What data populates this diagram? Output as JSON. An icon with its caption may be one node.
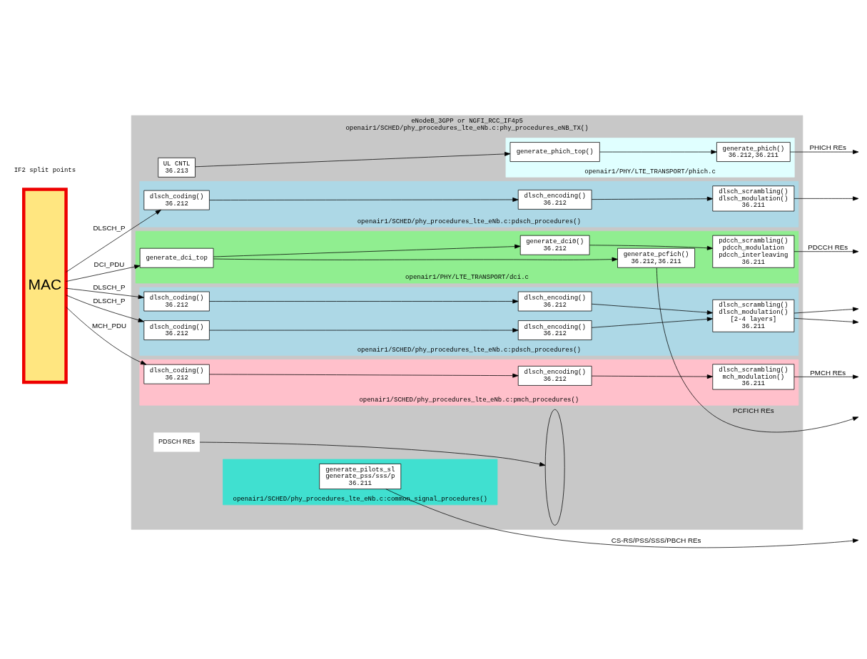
{
  "diagram": {
    "nodes": [
      {
        "text": [
          "MAC"
        ]
      },
      {
        "text": [
          "eNodeB_3GPP or NGFI_RCC_IF4p5",
          "openair1/SCHED/phy_procedures_lte_eNb.c:phy_procedures_eNB_TX()"
        ]
      },
      {
        "text": [
          "openair1/SCHED/phy_procedures_lte_eNb.c:common_signal_procedures()"
        ],
        "in": 1
      },
      {
        "text": [
          "generate_pilots_sl",
          "generate_pss/sss/p",
          "36.211"
        ],
        "in": 2
      },
      {
        "text": [
          "UL CNTL",
          "36.213"
        ],
        "in": 1
      },
      {
        "text": [
          "openair1/PHY/LTE_TRANSPORT/phich.c"
        ],
        "in": 1
      },
      {
        "text": [
          "generate_phich_top()"
        ],
        "in": 5
      },
      {
        "text": [
          "generate_phich()",
          "36.212,36.211"
        ],
        "in": 5
      },
      {
        "text": [
          "openair1/PHY/LTE_TRANSPORT/dci.c"
        ],
        "in": 1
      },
      {
        "text": [
          "generate_dci_top"
        ],
        "in": 8
      },
      {
        "text": [
          "generate_pcfich()",
          "36.212,36.211"
        ],
        "in": 8
      },
      {
        "text": [
          "generate_dci0()",
          "36.212"
        ],
        "in": 8
      },
      {
        "text": [
          "pdcch_scrambling()",
          "pdcch_modulation",
          "pdcch_interleaving",
          "36.211"
        ],
        "in": 8
      },
      {
        "text": [
          "openair1/SCHED/phy_procedures_lte_eNb.c:pdsch_procedures()"
        ],
        "in": 1
      },
      {
        "text": [
          "dlsch_coding()",
          "36.212"
        ],
        "in": 13
      },
      {
        "text": [
          "dlsch_encoding()",
          "36.212"
        ],
        "in": 13
      },
      {
        "text": [
          "dlsch_scrambling()",
          "dlsch_modulation()",
          "36.211"
        ],
        "in": 13
      },
      {
        "text": [
          "openair1/SCHED/phy_procedures_lte_eNb.c:pdsch_procedures()"
        ],
        "in": 1
      },
      {
        "text": [
          "dlsch_coding()",
          "36.212"
        ],
        "in": 17
      },
      {
        "text": [
          "dlsch_encoding()",
          "36.212"
        ],
        "in": 17
      },
      {
        "text": [
          "dlsch_coding()",
          "36.212"
        ],
        "in": 17
      },
      {
        "text": [
          "dlsch_encoding()",
          "36.212"
        ],
        "in": 17
      },
      {
        "text": [
          "dlsch_scrambling()",
          "dlsch_modulation()",
          "[2-4 layers]",
          "36.211"
        ],
        "in": 17
      },
      {
        "text": [
          "openair1/SCHED/phy_procedures_lte_eNb.c:pmch_procedures()"
        ],
        "in": 1
      },
      {
        "text": [
          "dlsch_coding()",
          "36.212"
        ],
        "in": 23
      },
      {
        "text": [
          "dlsch_encoding()",
          "36.212"
        ],
        "in": 23
      },
      {
        "text": [
          "dlsch_scrambling()",
          "mch_modulation()",
          "36.211"
        ],
        "in": 23
      },
      {
        "text": [
          "PDSCH REs"
        ],
        "in": 1
      },
      {
        "text": [],
        "shape": "ellipse",
        "in": 1
      }
    ],
    "edges": [
      {
        "from": 3,
        "to": null,
        "arrow": "to",
        "label": "CS-RS/PSS/SSS/PBCH REs"
      },
      {
        "from": 4,
        "to": 6,
        "arrow": "to"
      },
      {
        "from": 6,
        "to": 7,
        "arrow": "to"
      },
      {
        "from": 7,
        "to": null,
        "arrow": "to",
        "label": "PHICH REs"
      },
      {
        "from": 0,
        "to": 9,
        "arrow": "to",
        "label": "DCI_PDU"
      },
      {
        "from": 9,
        "to": 10,
        "arrow": "to"
      },
      {
        "from": 9,
        "to": 11,
        "arrow": "to"
      },
      {
        "from": 11,
        "to": 12,
        "arrow": "to"
      },
      {
        "from": 10,
        "to": null,
        "arrow": "to",
        "label": "PCFICH REs"
      },
      {
        "from": 12,
        "to": null,
        "arrow": "to",
        "label": "PDCCH REs"
      },
      {
        "from": 0,
        "to": 14,
        "arrow": "to",
        "label": "DLSCH_P"
      },
      {
        "from": 14,
        "to": 15,
        "arrow": "to"
      },
      {
        "from": 15,
        "to": 16,
        "arrow": "to"
      },
      {
        "from": 16,
        "to": null,
        "arrow": "to"
      },
      {
        "from": 0,
        "to": 18,
        "arrow": "to",
        "label": "DLSCH_P"
      },
      {
        "from": 18,
        "to": 19,
        "arrow": "to"
      },
      {
        "from": 19,
        "to": 22,
        "arrow": "to"
      },
      {
        "from": 0,
        "to": 20,
        "arrow": "to",
        "label": "DLSCH_P"
      },
      {
        "from": 20,
        "to": 21,
        "arrow": "to"
      },
      {
        "from": 21,
        "to": 22,
        "arrow": "to"
      },
      {
        "from": 22,
        "to": null,
        "arrow": "to"
      },
      {
        "from": 22,
        "to": null,
        "arrow": "to"
      },
      {
        "from": 0,
        "to": 24,
        "arrow": "to",
        "label": "MCH_PDU"
      },
      {
        "from": 24,
        "to": 25,
        "arrow": "to"
      },
      {
        "from": 25,
        "to": 26,
        "arrow": "to"
      },
      {
        "from": 26,
        "to": null,
        "arrow": "to",
        "label": "PMCH REs"
      },
      {
        "from": 27,
        "to": 28,
        "arrow": "to"
      }
    ],
    "labels": [
      "IF2 split points"
    ]
  }
}
